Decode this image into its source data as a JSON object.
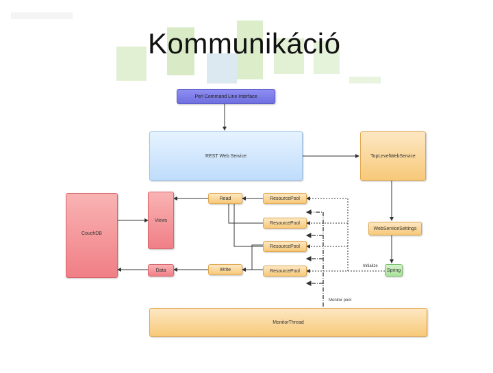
{
  "slide": {
    "title": "Kommunikáció"
  },
  "diagram": {
    "nodes": {
      "perl_cli": "Perl Command Line Interface",
      "rest": "REST Web Service",
      "toplevel": "TopLevelWebService",
      "read": "Read",
      "write": "Write",
      "views": "Views",
      "data": "Data",
      "couchdb": "CouchDB",
      "pool1": "ResourcePool",
      "pool2": "ResourcePool",
      "pool3": "ResourcePool",
      "pool4": "ResourcePool",
      "settings": "WebServiceSettings",
      "spring": "Spring",
      "monitor": "MonitorThread"
    },
    "edge_labels": {
      "initialize": "Initialize",
      "monitor_pool": "Monitor pool"
    }
  }
}
